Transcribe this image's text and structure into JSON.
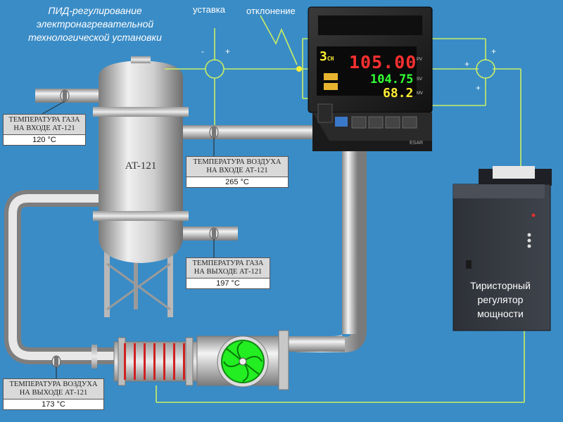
{
  "title": "ПИД-регулирование электронагревательной технологической установки",
  "labels": {
    "setpoint": "уставка",
    "deviation": "отклонение",
    "minus": "-",
    "plus": "+"
  },
  "vessel": {
    "name": "AT-121"
  },
  "sensors": [
    {
      "caption": "ТЕМПЕРАТУРА ГАЗА НА ВХОДЕ АТ-121",
      "value": "120 °C"
    },
    {
      "caption": "ТЕМПЕРАТУРА ВОЗДУХА НА ВХОДЕ АТ-121",
      "value": "265 °C"
    },
    {
      "caption": "ТЕМПЕРАТУРА ГАЗА НА ВЫХОДЕ АТ-121",
      "value": "197 °C"
    },
    {
      "caption": "ТЕМПЕРАТУРА ВОЗДУХА НА ВЫХОДЕ АТ-121",
      "value": "173 °C"
    }
  ],
  "controller": {
    "channel": "3",
    "channel_suffix": "CH",
    "pv": "105.00",
    "sv": "104.75",
    "mv": "68.2",
    "pv_label": "PV",
    "sv_label": "SV",
    "mv_label": "MV",
    "brand": "ESAR"
  },
  "thyristor": {
    "label": "Тиристорный регулятор мощности"
  },
  "colors": {
    "background": "#3a8cc6",
    "signal_line": "#c8ee66",
    "pipe": "#d4d4d4",
    "display_red": "#ff3030",
    "display_green": "#33ff33",
    "display_yellow": "#ffee33",
    "fan": "#22ee22"
  }
}
